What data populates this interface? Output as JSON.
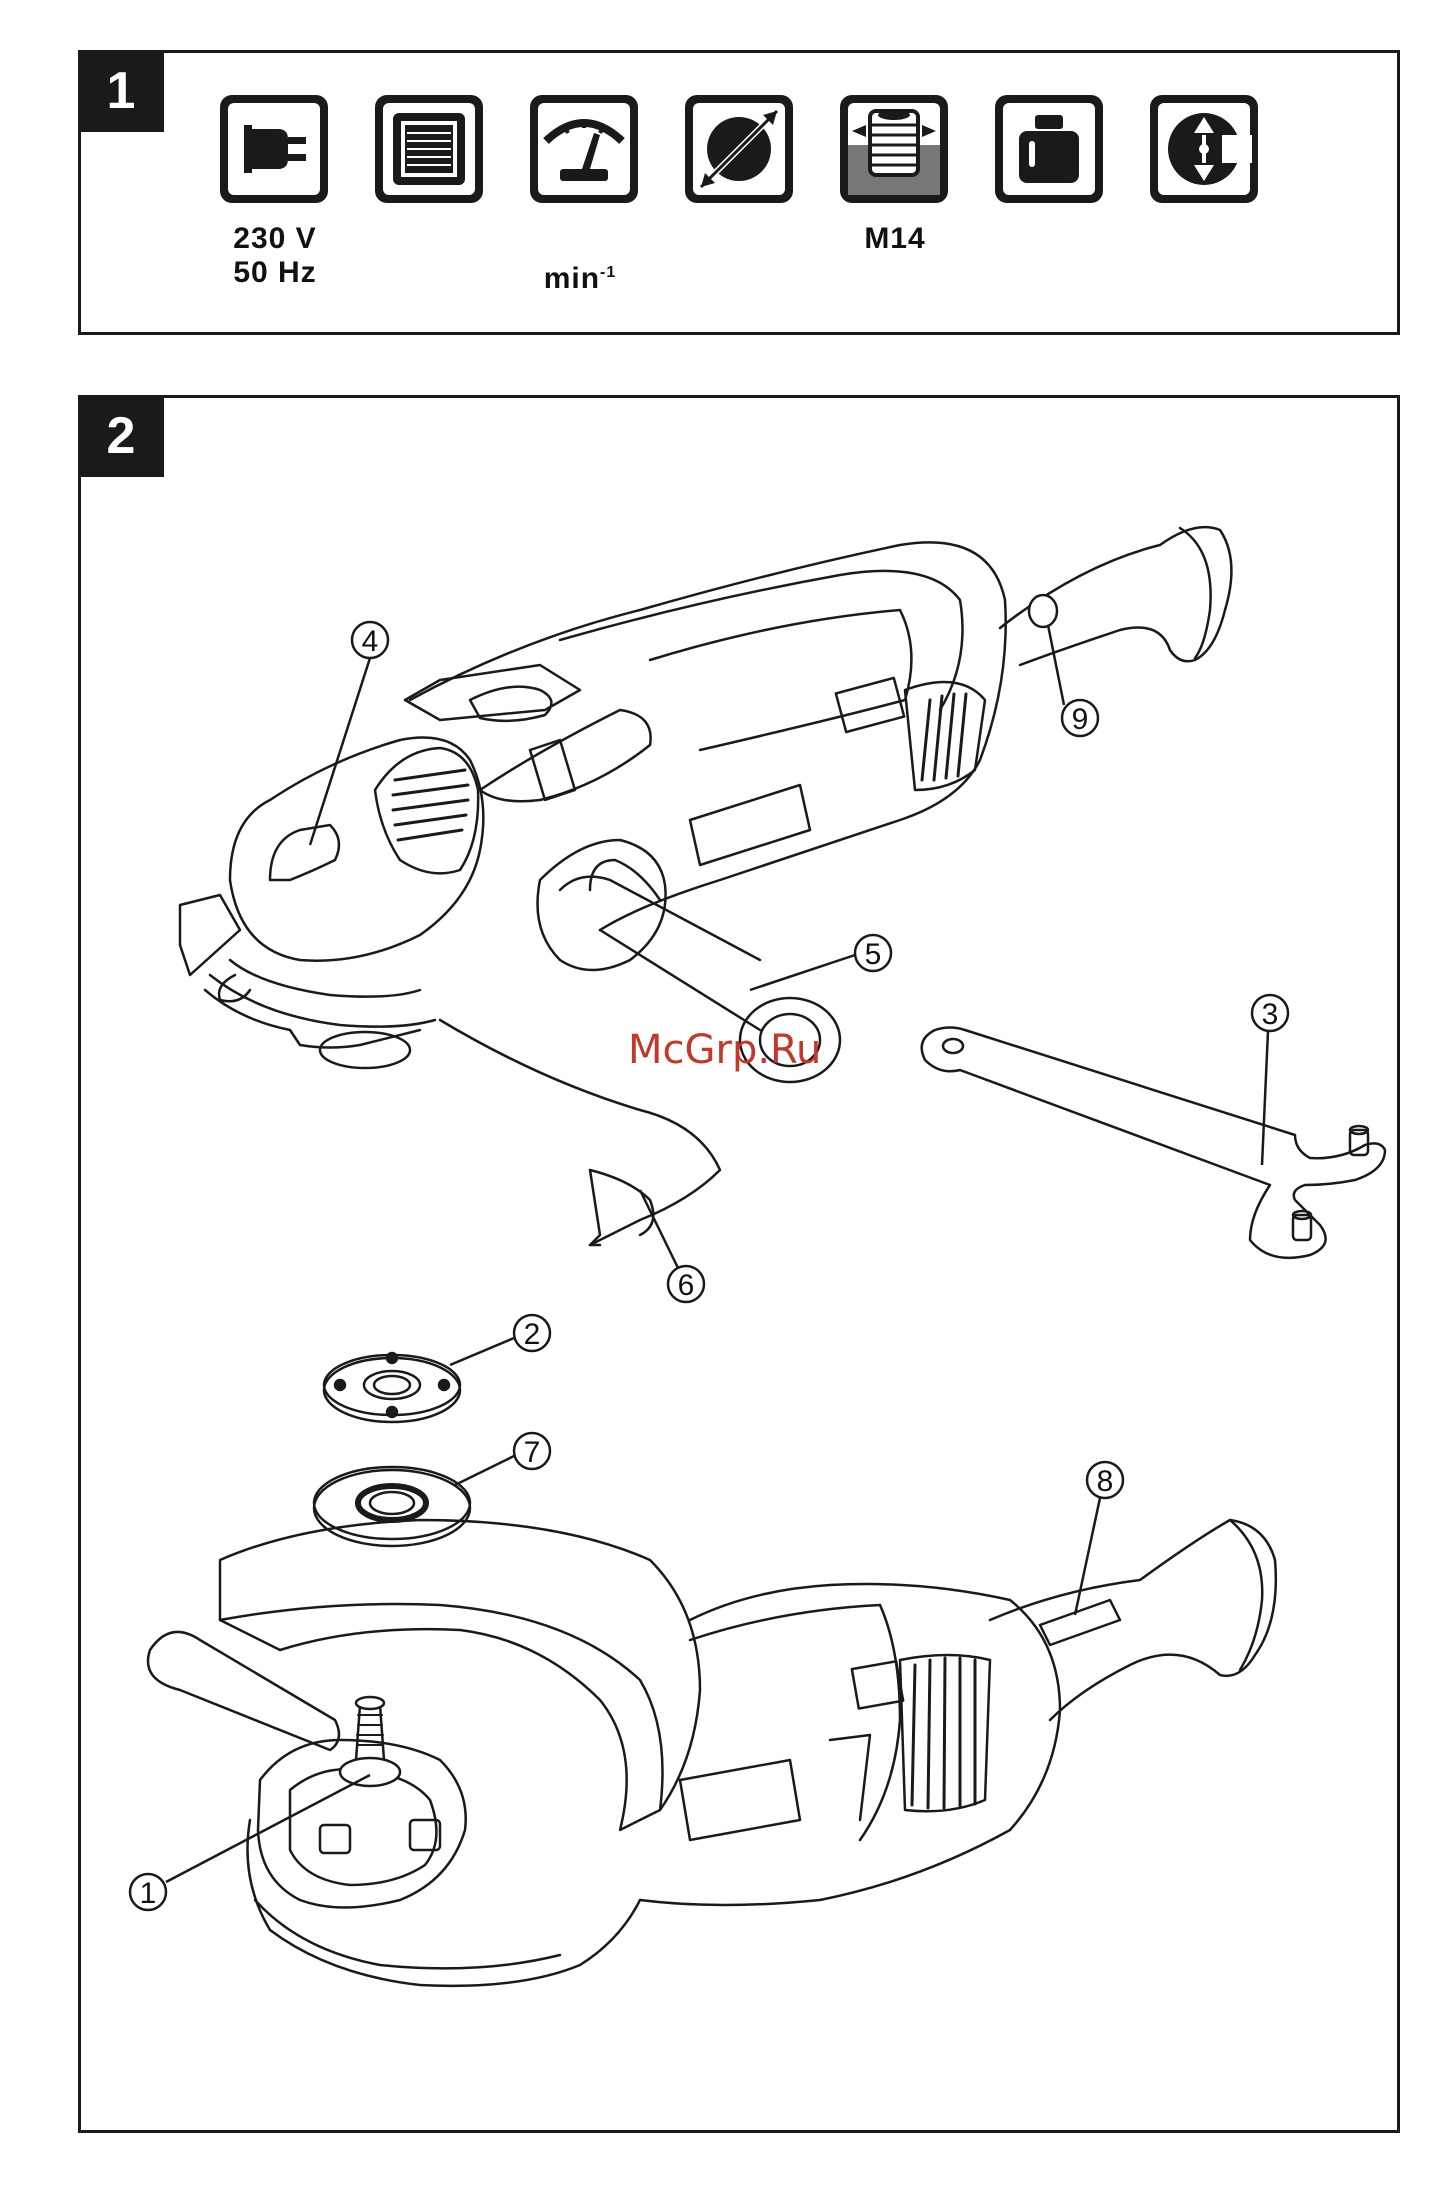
{
  "panel1": {
    "number": "1",
    "icons": [
      {
        "icon": "power-plug-icon",
        "spec": [
          "230 V",
          "50 Hz"
        ]
      },
      {
        "icon": "motor-winding-icon",
        "spec": []
      },
      {
        "icon": "speed-gauge-icon",
        "spec": [
          "min",
          "-1"
        ]
      },
      {
        "icon": "disc-diameter-icon",
        "spec": []
      },
      {
        "icon": "spindle-thread-icon",
        "spec": [
          "M14"
        ]
      },
      {
        "icon": "weight-icon",
        "spec": []
      },
      {
        "icon": "protection-class-icon",
        "spec": []
      }
    ],
    "spec_230": "230 V",
    "spec_50": "50 Hz",
    "spec_min": "min",
    "spec_min_exp": "-1",
    "spec_m14": "M14"
  },
  "panel2": {
    "number": "2",
    "callouts": {
      "c1": "1",
      "c2": "2",
      "c3": "3",
      "c4": "4",
      "c5": "5",
      "c6": "6",
      "c7": "7",
      "c8": "8",
      "c9": "9"
    }
  },
  "watermark": "McGrp.Ru"
}
